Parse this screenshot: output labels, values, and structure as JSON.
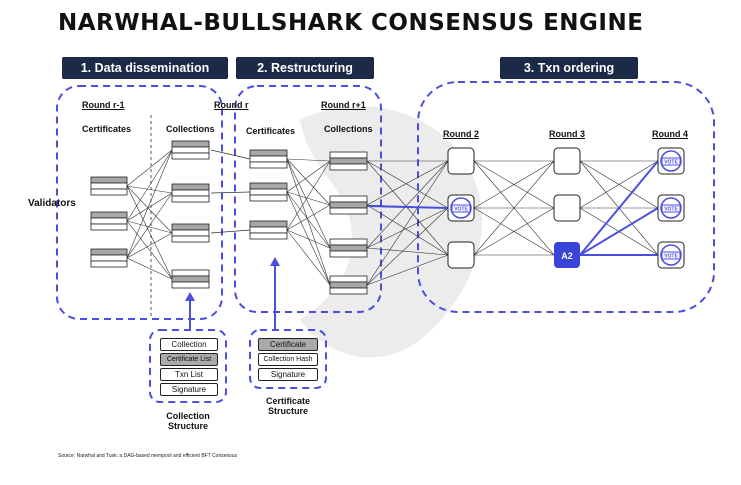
{
  "title": "NARWHAL-BULLSHARK CONSENSUS ENGINE",
  "sections": [
    {
      "label": "1. Data dissemination"
    },
    {
      "label": "2. Restructuring"
    },
    {
      "label": "3. Txn ordering"
    }
  ],
  "rounds": {
    "r_minus_1": "Round r-1",
    "r": "Round r",
    "r_plus_1": "Round r+1",
    "round2": "Round 2",
    "round3": "Round 3",
    "round4": "Round 4"
  },
  "labels": {
    "certificates_1": "Certificates",
    "collections_1": "Collections",
    "certificates_2": "Certificates",
    "collections_2": "Collections",
    "validators": "Validators",
    "vote": "VOTE",
    "a2": "A2"
  },
  "collection_structure": {
    "rows": [
      "Collection",
      "Certificate List",
      "Txn List",
      "Signature"
    ],
    "caption_line1": "Collection",
    "caption_line2": "Structure"
  },
  "certificate_structure": {
    "rows": [
      "Certificate",
      "Collection Hash",
      "Signature"
    ],
    "caption_line1": "Certificate",
    "caption_line2": "Structure"
  },
  "source": "Source: Narwhal and Tusk: a DAG-based mempool and efficient BFT Consensus",
  "colors": {
    "accent": "#4a4fe0",
    "section_bg": "#1c2a48",
    "stack_grey": "#a8a8a8",
    "a2_fill": "#3a44d8"
  }
}
